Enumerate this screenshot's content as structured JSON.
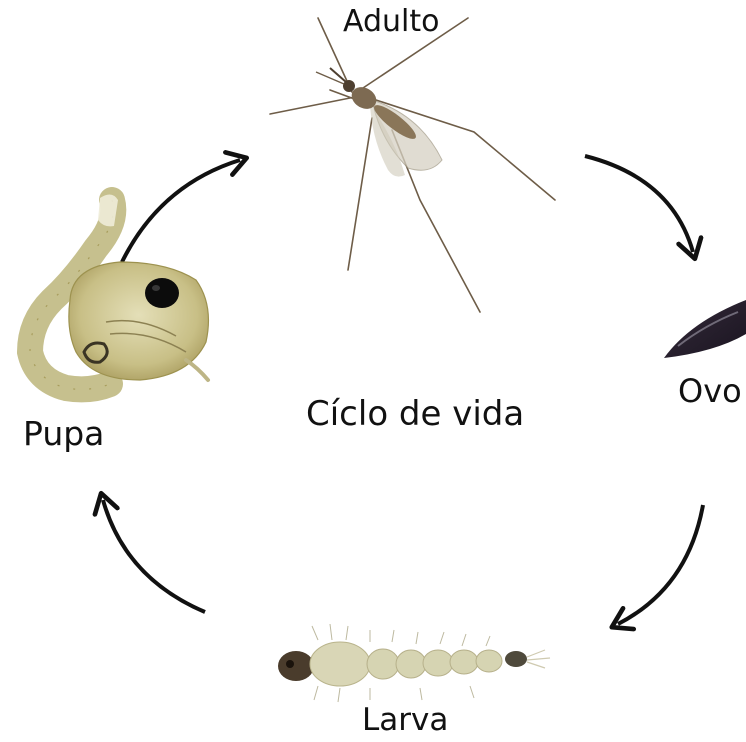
{
  "title": "Cíclo de vida",
  "stages": {
    "adult": "Adulto",
    "egg": "Ovo",
    "larva": "Larva",
    "pupa": "Pupa"
  },
  "colors": {
    "arrow": "#111111",
    "adult_body": "#7d6a52",
    "wing": "#c9c3b3",
    "egg": "#2a2230",
    "larva": "#d6d4b2",
    "pupa": "#c9c28f",
    "eye": "#0c0c0c"
  }
}
